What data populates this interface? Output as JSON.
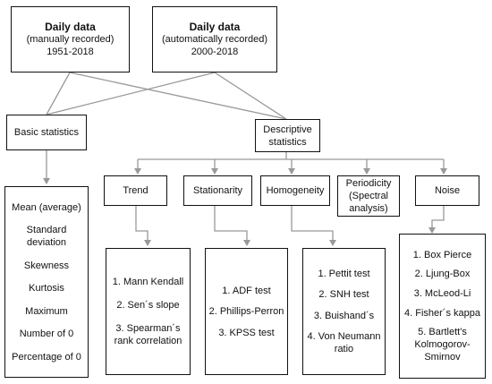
{
  "sources": {
    "manual": {
      "title": "Daily data",
      "subtitle": "(manually recorded)",
      "years": "1951-2018"
    },
    "auto": {
      "title": "Daily data",
      "subtitle": "(automatically recorded)",
      "years": "2000-2018"
    }
  },
  "basic": {
    "label": "Basic statistics",
    "items": [
      "Mean (average)",
      "Standard",
      "deviation",
      "Skewness",
      "Kurtosis",
      "Maximum",
      "Number of 0",
      "Percentage of 0"
    ]
  },
  "descriptive": {
    "line1": "Descriptive",
    "line2": "statistics"
  },
  "categories": {
    "trend": "Trend",
    "stationarity": "Stationarity",
    "homogeneity": "Homogeneity",
    "periodicity": {
      "line1": "Periodicity",
      "line2": "(Spectral",
      "line3": "analysis)"
    },
    "noise": "Noise"
  },
  "tests": {
    "trend": [
      "1. Mann Kendall",
      "2. Sen´s slope",
      "3. Spearman´s",
      "rank correlation"
    ],
    "stationarity": [
      "1. ADF test",
      "2. Phillips-Perron",
      "3. KPSS test"
    ],
    "homogeneity": [
      "1. Pettit test",
      "2. SNH test",
      "3. Buishand´s",
      "4. Von Neumann",
      "ratio"
    ],
    "noise": [
      "1. Box Pierce",
      "2. Ljung-Box",
      "3. McLeod-Li",
      "4. Fisher´s kappa",
      "5. Bartlett's",
      "Kolmogorov-",
      "Smirnov"
    ]
  },
  "colors": {
    "line": "#999999",
    "border": "#111111"
  }
}
